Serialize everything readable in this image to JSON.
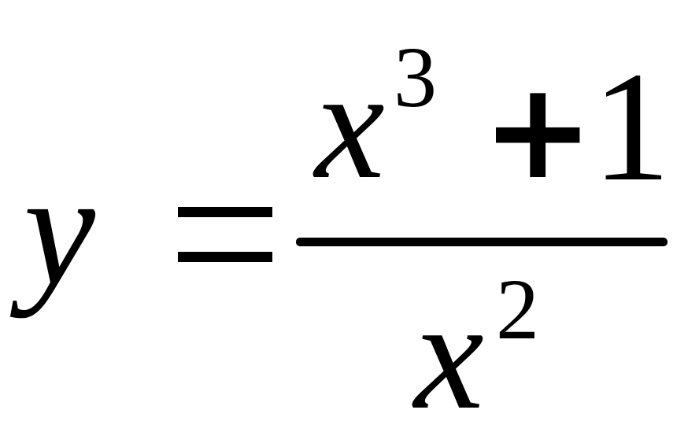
{
  "formula": {
    "lhs": "y",
    "equals": "=",
    "numerator": {
      "base": "x",
      "exponent": "3",
      "operator": "+",
      "constant": "1"
    },
    "denominator": {
      "base": "x",
      "exponent": "2"
    }
  }
}
